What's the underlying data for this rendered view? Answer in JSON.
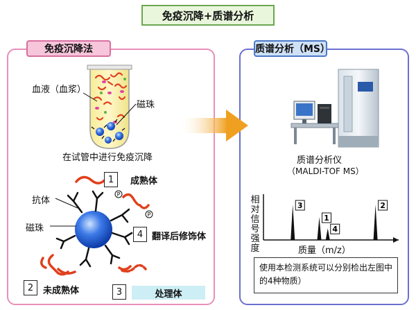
{
  "title": "免疫沉降+质谱分析",
  "left": {
    "header": "免疫沉降法",
    "plasma_label": "血液（血浆）",
    "beads_label_top": "磁珠",
    "tube_caption": "在试管中进行免疫沉降",
    "antibody_label": "抗体",
    "beads_label_center": "磁珠",
    "labels": [
      {
        "num": "1",
        "text": "成熟体"
      },
      {
        "num": "2",
        "text": "未成熟体"
      },
      {
        "num": "3",
        "text": "处理体"
      },
      {
        "num": "4",
        "text": "翻译后修饰体"
      }
    ],
    "phospho_mark": "P"
  },
  "right": {
    "header": "质谱分析（MS）",
    "instrument_name": "质谱分析仪",
    "instrument_model": "（MALDI-TOF MS）",
    "ylabel": "相对信号强度",
    "xlabel": "质量（m/z）",
    "note": "使用本检测系统可以分别检出左图中的4种物质）"
  },
  "chart_data": {
    "type": "line",
    "xlabel": "质量（m/z）",
    "ylabel": "相对信号强度",
    "peaks": [
      {
        "label": "3",
        "x": 0.08,
        "height": 0.85
      },
      {
        "label": "1",
        "x": 0.33,
        "height": 0.55
      },
      {
        "label": "4",
        "x": 0.41,
        "height": 0.28
      },
      {
        "label": "2",
        "x": 0.86,
        "height": 0.85
      }
    ]
  }
}
